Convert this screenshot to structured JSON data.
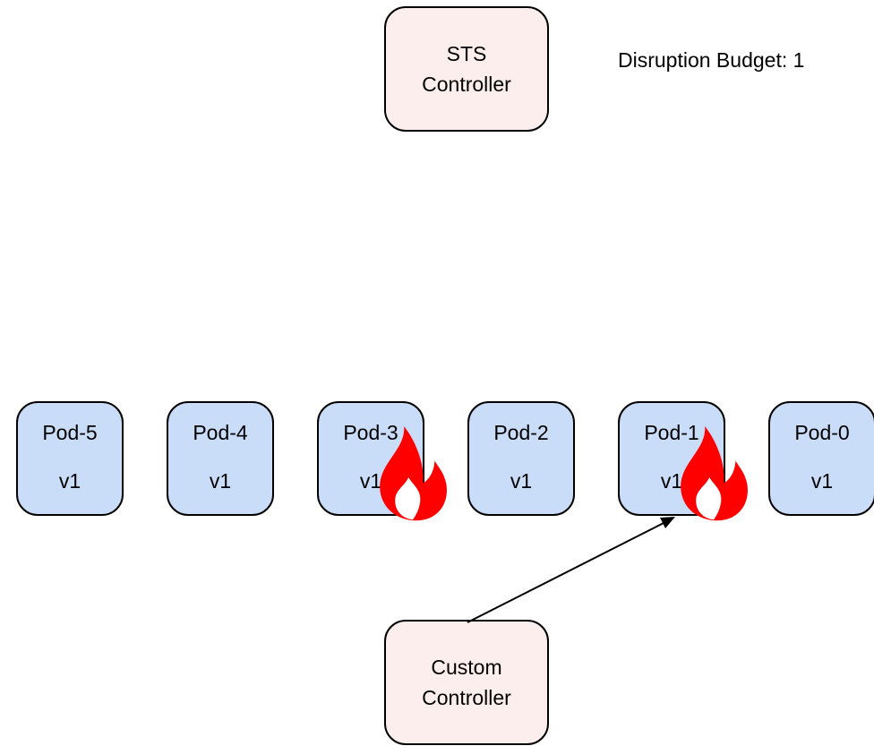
{
  "sts_controller": {
    "line1": "STS",
    "line2": "Controller"
  },
  "custom_controller": {
    "line1": "Custom",
    "line2": "Controller"
  },
  "disruption_budget": "Disruption Budget: 1",
  "pods": [
    {
      "name": "Pod-5",
      "version": "v1",
      "on_fire": false
    },
    {
      "name": "Pod-4",
      "version": "v1",
      "on_fire": false
    },
    {
      "name": "Pod-3",
      "version": "v1",
      "on_fire": true
    },
    {
      "name": "Pod-2",
      "version": "v1",
      "on_fire": false
    },
    {
      "name": "Pod-1",
      "version": "v1",
      "on_fire": true
    },
    {
      "name": "Pod-0",
      "version": "v1",
      "on_fire": false
    }
  ],
  "arrow": {
    "from": "custom_controller",
    "to": "Pod-1"
  },
  "colors": {
    "controller_fill": "#fdeeee",
    "pod_fill": "#c9dcf8",
    "fire": "#ff0000"
  }
}
